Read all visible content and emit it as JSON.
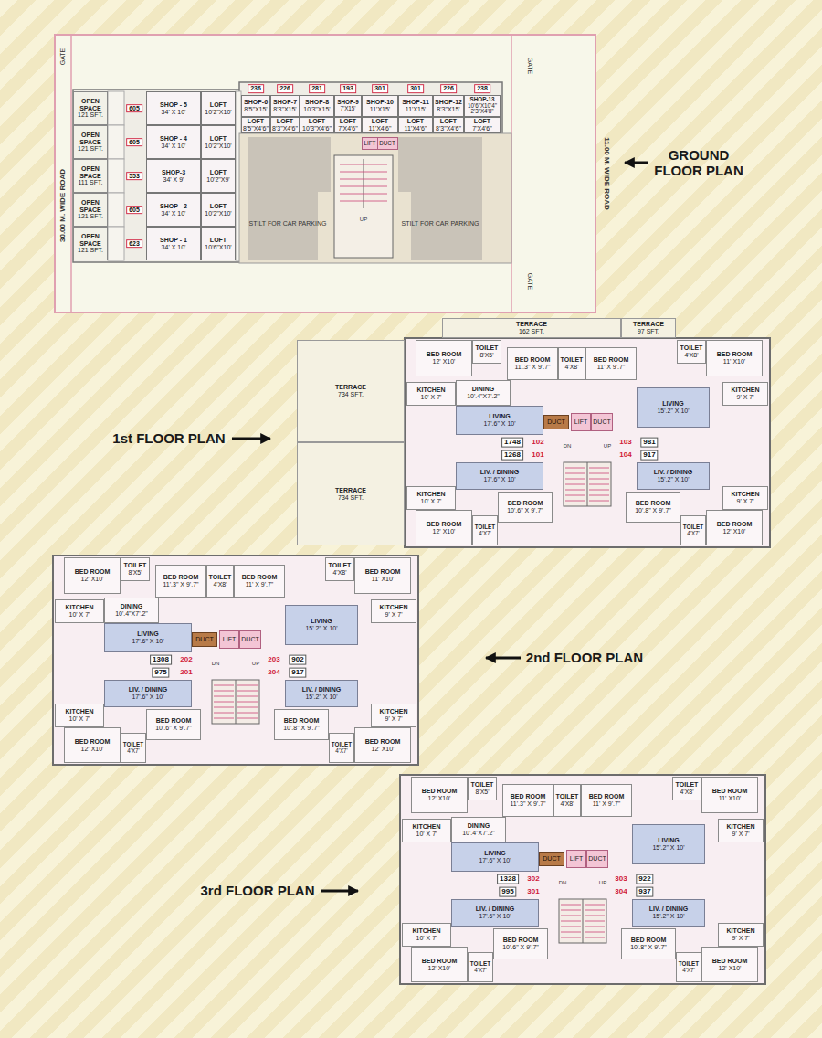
{
  "diagram": {
    "nodes": [
      {
        "text": [
          "OPEN SPACE",
          "121 SFT."
        ]
      },
      {
        "text": [
          "SHOP - 5",
          "34' X 10'"
        ]
      },
      {
        "text": [
          "LOFT",
          "10'2\"X10'"
        ]
      },
      {
        "text": [
          "OPEN SPACE",
          "121 SFT."
        ]
      },
      {
        "text": [
          "SHOP - 4",
          "34' X 10'"
        ]
      },
      {
        "text": [
          "LOFT",
          "10'2\"X10'"
        ]
      },
      {
        "text": [
          "OPEN SPACE",
          "111 SFT."
        ]
      },
      {
        "text": [
          "SHOP-3",
          "34' X 9'"
        ]
      },
      {
        "text": [
          "LOFT",
          "10'2\"X9'"
        ]
      },
      {
        "text": [
          "OPEN SPACE",
          "121 SFT."
        ]
      },
      {
        "text": [
          "SHOP - 2",
          "34' X 10'"
        ]
      },
      {
        "text": [
          "LOFT",
          "10'2\"X10'"
        ]
      },
      {
        "text": [
          "OPEN SPACE",
          "121 SFT."
        ]
      },
      {
        "text": [
          "SHOP - 1",
          "34' X 10'"
        ]
      },
      {
        "text": [
          "LOFT",
          "10'6\"X10'"
        ]
      },
      {
        "text": [
          "SHOP-6",
          "8'5\"X15'"
        ]
      },
      {
        "text": [
          "SHOP-7",
          "8'3\"X15'"
        ]
      },
      {
        "text": [
          "SHOP-8",
          "10'3\"X15'"
        ]
      },
      {
        "text": [
          "SHOP-9",
          "7'X15'"
        ]
      },
      {
        "text": [
          "SHOP-10",
          "11'X15'"
        ]
      },
      {
        "text": [
          "SHOP-11",
          "11'X15'"
        ]
      },
      {
        "text": [
          "SHOP-12",
          "8'3\"X15'"
        ]
      },
      {
        "text": [
          "SHOP-13",
          "10'6\"X10'4\"",
          "2'3\"X4'8\""
        ]
      },
      {
        "text": [
          "LOFT",
          "8'5\"X4'6\""
        ]
      },
      {
        "text": [
          "LOFT",
          "8'3\"X4'6\""
        ]
      },
      {
        "text": [
          "LOFT",
          "10'3\"X4'6\""
        ]
      },
      {
        "text": [
          "LOFT",
          "7'X4'6\""
        ]
      },
      {
        "text": [
          "LOFT",
          "11'X4'6\""
        ]
      },
      {
        "text": [
          "LOFT",
          "11'X4'6\""
        ]
      },
      {
        "text": [
          "LOFT",
          "8'3\"X4'6\""
        ]
      },
      {
        "text": [
          "LOFT",
          "7'X4'6\""
        ]
      },
      {
        "text": [
          "LIFT"
        ]
      },
      {
        "text": [
          "DUCT"
        ]
      },
      {
        "text": [
          "TERRACE",
          "162 SFT."
        ]
      },
      {
        "text": [
          "TERRACE",
          "97 SFT."
        ]
      },
      {
        "text": [
          "TERRACE",
          "734 SFT."
        ]
      },
      {
        "text": [
          "TERRACE",
          "734 SFT."
        ]
      },
      {
        "text": [
          "BED ROOM",
          "12' X10'"
        ]
      },
      {
        "text": [
          "TOILET",
          "8'X5'"
        ]
      },
      {
        "text": [
          "BED ROOM",
          "11'.3\" X 9'.7\""
        ]
      },
      {
        "text": [
          "TOILET",
          "4'X8'"
        ]
      },
      {
        "text": [
          "BED ROOM",
          "11' X 9'.7\""
        ]
      },
      {
        "text": [
          "TOILET",
          "4'X8'"
        ]
      },
      {
        "text": [
          "BED ROOM",
          "11' X10'"
        ]
      },
      {
        "text": [
          "KITCHEN",
          "10' X 7'"
        ]
      },
      {
        "text": [
          "DINING",
          "10'.4\"X7'.2\""
        ]
      },
      {
        "text": [
          "KITCHEN",
          "9' X 7'"
        ]
      },
      {
        "text": [
          "LIVING",
          "17'.6\" X 10'"
        ]
      },
      {
        "text": [
          "LIVING",
          "15'.2\" X 10'"
        ]
      },
      {
        "text": [
          "LIV. / DINING",
          "17'.6\" X 10'"
        ]
      },
      {
        "text": [
          "LIV. / DINING",
          "15'.2\" X 10'"
        ]
      },
      {
        "text": [
          "KITCHEN",
          "10' X 7'"
        ]
      },
      {
        "text": [
          "BED ROOM",
          "10'.6\" X 9'.7\""
        ]
      },
      {
        "text": [
          "KITCHEN",
          "9' X 7'"
        ]
      },
      {
        "text": [
          "BED ROOM",
          "10'.8\" X 9'.7\""
        ]
      },
      {
        "text": [
          "BED ROOM",
          "12' X10'"
        ]
      },
      {
        "text": [
          "TOILET",
          "4'X7'"
        ]
      },
      {
        "text": [
          "TOILET",
          "4'X7'"
        ]
      },
      {
        "text": [
          "BED ROOM",
          "12' X10'"
        ]
      },
      {
        "text": [
          "LIFT"
        ]
      },
      {
        "text": [
          "DUCT"
        ]
      },
      {
        "text": [
          "DUCT"
        ]
      },
      {
        "text": [
          "BED ROOM",
          "12' X10'"
        ]
      },
      {
        "text": [
          "TOILET",
          "8'X5'"
        ]
      },
      {
        "text": [
          "BED ROOM",
          "11'.3\" X 9'.7\""
        ]
      },
      {
        "text": [
          "TOILET",
          "4'X8'"
        ]
      },
      {
        "text": [
          "BED ROOM",
          "11' X 9'.7\""
        ]
      },
      {
        "text": [
          "TOILET",
          "4'X8'"
        ]
      },
      {
        "text": [
          "BED ROOM",
          "11' X10'"
        ]
      },
      {
        "text": [
          "KITCHEN",
          "10' X 7'"
        ]
      },
      {
        "text": [
          "DINING",
          "10'.4\"X7'.2\""
        ]
      },
      {
        "text": [
          "KITCHEN",
          "9' X 7'"
        ]
      },
      {
        "text": [
          "LIVING",
          "17'.6\" X 10'"
        ]
      },
      {
        "text": [
          "LIVING",
          "15'.2\" X 10'"
        ]
      },
      {
        "text": [
          "LIV. / DINING",
          "17'.6\" X 10'"
        ]
      },
      {
        "text": [
          "LIV. / DINING",
          "15'.2\" X 10'"
        ]
      },
      {
        "text": [
          "KITCHEN",
          "10' X 7'"
        ]
      },
      {
        "text": [
          "BED ROOM",
          "10'.6\" X 9'.7\""
        ]
      },
      {
        "text": [
          "KITCHEN",
          "9' X 7'"
        ]
      },
      {
        "text": [
          "BED ROOM",
          "10'.8\" X 9'.7\""
        ]
      },
      {
        "text": [
          "BED ROOM",
          "12' X10'"
        ]
      },
      {
        "text": [
          "TOILET",
          "4'X7'"
        ]
      },
      {
        "text": [
          "TOILET",
          "4'X7'"
        ]
      },
      {
        "text": [
          "BED ROOM",
          "12' X10'"
        ]
      },
      {
        "text": [
          "LIFT"
        ]
      },
      {
        "text": [
          "DUCT"
        ]
      },
      {
        "text": [
          "DUCT"
        ]
      },
      {
        "text": [
          "BED ROOM",
          "12' X10'"
        ]
      },
      {
        "text": [
          "TOILET",
          "8'X5'"
        ]
      },
      {
        "text": [
          "BED ROOM",
          "11'.3\" X 9'.7\""
        ]
      },
      {
        "text": [
          "TOILET",
          "4'X8'"
        ]
      },
      {
        "text": [
          "BED ROOM",
          "11' X 9'.7\""
        ]
      },
      {
        "text": [
          "TOILET",
          "4'X8'"
        ]
      },
      {
        "text": [
          "BED ROOM",
          "11' X10'"
        ]
      },
      {
        "text": [
          "KITCHEN",
          "10' X 7'"
        ]
      },
      {
        "text": [
          "DINING",
          "10'.4\"X7'.2\""
        ]
      },
      {
        "text": [
          "KITCHEN",
          "9' X 7'"
        ]
      },
      {
        "text": [
          "LIVING",
          "17'.6\" X 10'"
        ]
      },
      {
        "text": [
          "LIVING",
          "15'.2\" X 10'"
        ]
      },
      {
        "text": [
          "LIV. / DINING",
          "17'.6\" X 10'"
        ]
      },
      {
        "text": [
          "LIV. / DINING",
          "15'.2\" X 10'"
        ]
      },
      {
        "text": [
          "KITCHEN",
          "10' X 7'"
        ]
      },
      {
        "text": [
          "BED ROOM",
          "10'.6\" X 9'.7\""
        ]
      },
      {
        "text": [
          "KITCHEN",
          "9' X 7'"
        ]
      },
      {
        "text": [
          "BED ROOM",
          "10'.8\" X 9'.7\""
        ]
      },
      {
        "text": [
          "BED ROOM",
          "12' X10'"
        ]
      },
      {
        "text": [
          "TOILET",
          "4'X7'"
        ]
      },
      {
        "text": [
          "TOILET",
          "4'X7'"
        ]
      },
      {
        "text": [
          "BED ROOM",
          "12' X10'"
        ]
      },
      {
        "text": [
          "LIFT"
        ]
      },
      {
        "text": [
          "DUCT"
        ]
      },
      {
        "text": [
          "DUCT"
        ]
      }
    ],
    "labels": [
      "GATE",
      "GATE",
      "GATE",
      "30.00 M. WIDE ROAD",
      "11.00 M. WIDE ROAD",
      "GROUND FLOOR PLAN",
      "605",
      "605",
      "553",
      "605",
      "623",
      "236",
      "226",
      "281",
      "193",
      "301",
      "301",
      "226",
      "238",
      "STILT FOR CAR PARKING",
      "STILT FOR CAR PARKING",
      "UP",
      "1st FLOOR PLAN",
      "DN",
      "UP",
      "1748",
      "102",
      "1268",
      "101",
      "103",
      "981",
      "104",
      "917",
      "2nd FLOOR PLAN",
      "DN",
      "UP",
      "1308",
      "202",
      "975",
      "201",
      "203",
      "902",
      "204",
      "917",
      "3rd FLOOR PLAN",
      "DN",
      "UP",
      "1328",
      "302",
      "995",
      "301",
      "303",
      "922",
      "304",
      "937"
    ]
  }
}
